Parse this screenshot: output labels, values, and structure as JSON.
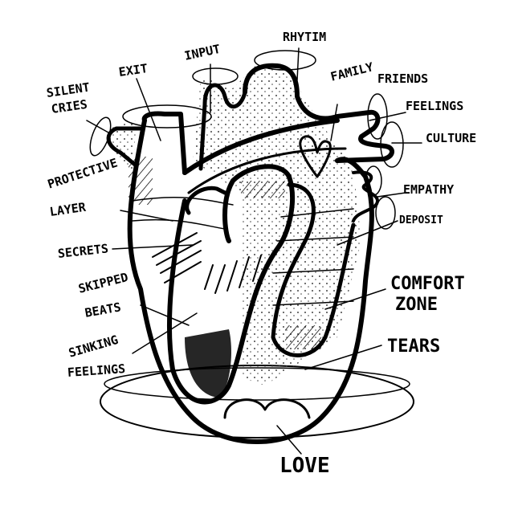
{
  "diagram": {
    "labels": {
      "silent_cries_1": "SILENT",
      "silent_cries_2": "CRIES",
      "exit": "EXIT",
      "input": "INPUT",
      "rhythm": "RHYTIM",
      "family": "FAMILY",
      "friends": "FRIENDS",
      "feelings": "FEELINGS",
      "culture": "CULTURE",
      "empathy": "EMPATHY",
      "deposit": "DEPOSIT",
      "protective_1": "PROTECTIVE",
      "protective_2": "LAYER",
      "secrets": "SECRETS",
      "skipped_1": "SKIPPED",
      "skipped_2": "BEATS",
      "sinking_1": "SINKING",
      "sinking_2": "FEELINGS",
      "comfort_1": "COMFORT",
      "comfort_2": "ZONE",
      "tears": "TEARS",
      "love": "LOVE"
    },
    "colors": {
      "ink": "#000000",
      "paper": "#ffffff",
      "stipple": "#444444"
    }
  }
}
